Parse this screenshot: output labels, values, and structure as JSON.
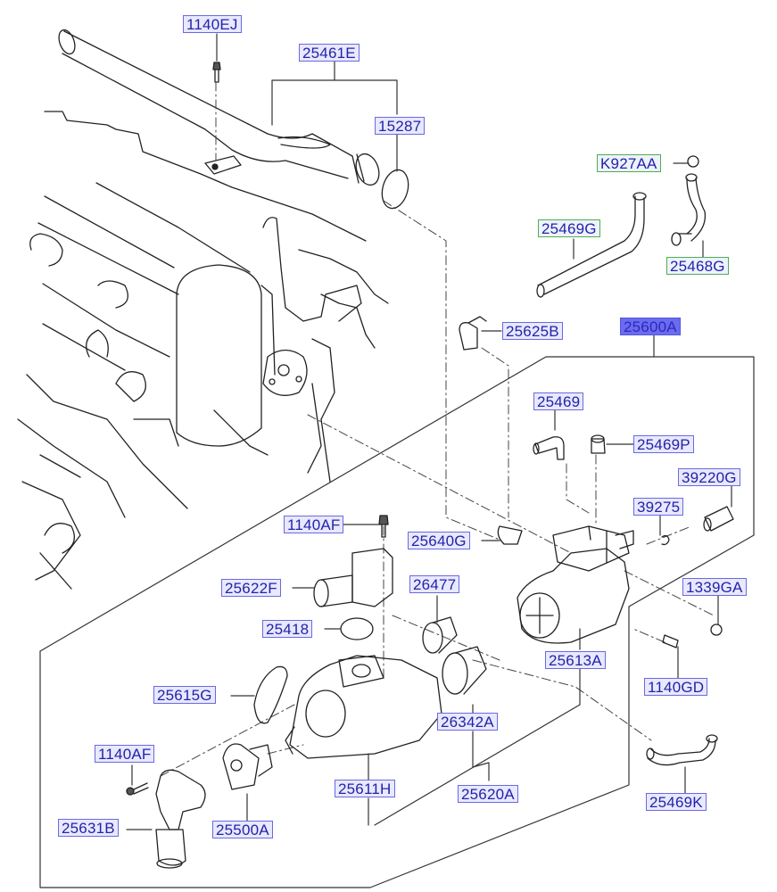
{
  "diagram": {
    "title": "Coolant pipe & thermostat housing parts diagram",
    "colors": {
      "label_fill": "#e8e8ff",
      "label_border": "#6a6ae0",
      "label_text": "#2323a8",
      "highlight_fill": "#6b6bf2",
      "alt_border": "#4caf50"
    },
    "labels": [
      {
        "id": "1140EJ",
        "text": "1140EJ",
        "style": "normal"
      },
      {
        "id": "25461E",
        "text": "25461E",
        "style": "normal"
      },
      {
        "id": "15287",
        "text": "15287",
        "style": "normal"
      },
      {
        "id": "K927AA",
        "text": "K927AA",
        "style": "green"
      },
      {
        "id": "25469G",
        "text": "25469G",
        "style": "green"
      },
      {
        "id": "25468G",
        "text": "25468G",
        "style": "green"
      },
      {
        "id": "25625B",
        "text": "25625B",
        "style": "normal"
      },
      {
        "id": "25600A",
        "text": "25600A",
        "style": "highlighted"
      },
      {
        "id": "25469",
        "text": "25469",
        "style": "normal"
      },
      {
        "id": "25469P",
        "text": "25469P",
        "style": "normal"
      },
      {
        "id": "39220G",
        "text": "39220G",
        "style": "normal"
      },
      {
        "id": "39275",
        "text": "39275",
        "style": "normal"
      },
      {
        "id": "1140AF-a",
        "text": "1140AF",
        "style": "normal"
      },
      {
        "id": "25640G",
        "text": "25640G",
        "style": "normal"
      },
      {
        "id": "25622F",
        "text": "25622F",
        "style": "normal"
      },
      {
        "id": "26477",
        "text": "26477",
        "style": "normal"
      },
      {
        "id": "1339GA",
        "text": "1339GA",
        "style": "normal"
      },
      {
        "id": "25418",
        "text": "25418",
        "style": "normal"
      },
      {
        "id": "25613A",
        "text": "25613A",
        "style": "normal"
      },
      {
        "id": "1140GD",
        "text": "1140GD",
        "style": "normal"
      },
      {
        "id": "25615G",
        "text": "25615G",
        "style": "normal"
      },
      {
        "id": "26342A",
        "text": "26342A",
        "style": "normal"
      },
      {
        "id": "1140AF-b",
        "text": "1140AF",
        "style": "normal"
      },
      {
        "id": "25611H",
        "text": "25611H",
        "style": "normal"
      },
      {
        "id": "25620A",
        "text": "25620A",
        "style": "normal"
      },
      {
        "id": "25469K",
        "text": "25469K",
        "style": "normal"
      },
      {
        "id": "25631B",
        "text": "25631B",
        "style": "normal"
      },
      {
        "id": "25500A",
        "text": "25500A",
        "style": "normal"
      }
    ]
  }
}
